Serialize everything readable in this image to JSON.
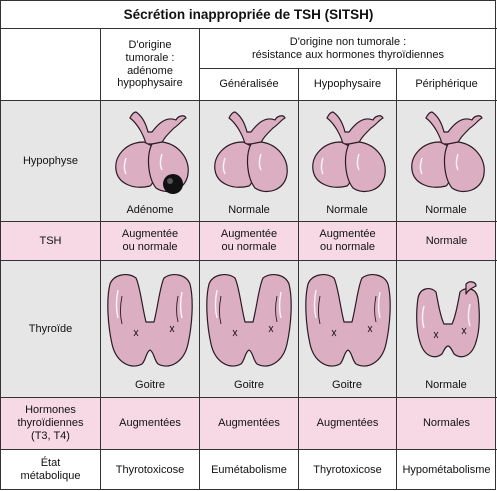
{
  "title": "Sécrétion inappropriée de TSH (SITSH)",
  "header": {
    "tumoral": "D'origine\ntumorale :\nadénome\nhypophysaire",
    "non_tumoral": "D'origine non tumorale :\nrésistance aux hormones thyroïdiennes",
    "sub_columns": [
      "Généralisée",
      "Hypophysaire",
      "Périphérique"
    ]
  },
  "rows": {
    "hypophyse": {
      "label": "Hypophyse",
      "captions": [
        "Adénome",
        "Normale",
        "Normale",
        "Normale"
      ]
    },
    "tsh": {
      "label": "TSH",
      "values": [
        "Augmentée\nou normale",
        "Augmentée\nou normale",
        "Augmentée\nou normale",
        "Normale"
      ]
    },
    "thyroide": {
      "label": "Thyroïde",
      "captions": [
        "Goitre",
        "Goitre",
        "Goitre",
        "Normale"
      ]
    },
    "hormones": {
      "label": "Hormones\nthyroïdiennes\n(T3, T4)",
      "values": [
        "Augmentées",
        "Augmentées",
        "Augmentées",
        "Normales"
      ]
    },
    "etat": {
      "label": "État\nmétabolique",
      "values": [
        "Thyrotoxicose",
        "Eumétabolisme",
        "Thyrotoxicose",
        "Hypométabolisme"
      ]
    }
  },
  "colors": {
    "grey_band": "#e6e6e6",
    "pink_band": "#f7d9e5",
    "gland_fill": "#dcaec2",
    "gland_stroke": "#2a1a22",
    "adenoma": "#111111"
  }
}
